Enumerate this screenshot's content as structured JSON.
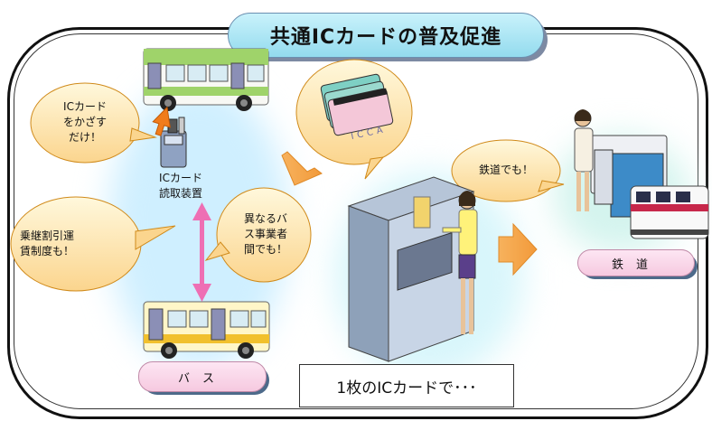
{
  "title": "共通ICカードの普及促進",
  "bubbles": {
    "tap": "ICカード\nをかざす\nだけ！",
    "transfer": "乗継割引運\n賃制度も！",
    "operators": "異なるバ\nス事業者\n間でも！",
    "railway": "鉄道でも！"
  },
  "reader_label": "ICカード\n読取装置",
  "card_text": "ICCA",
  "tags": {
    "bus": "バス",
    "rail": "鉄道"
  },
  "caption": "1枚のICカードで･･･"
}
